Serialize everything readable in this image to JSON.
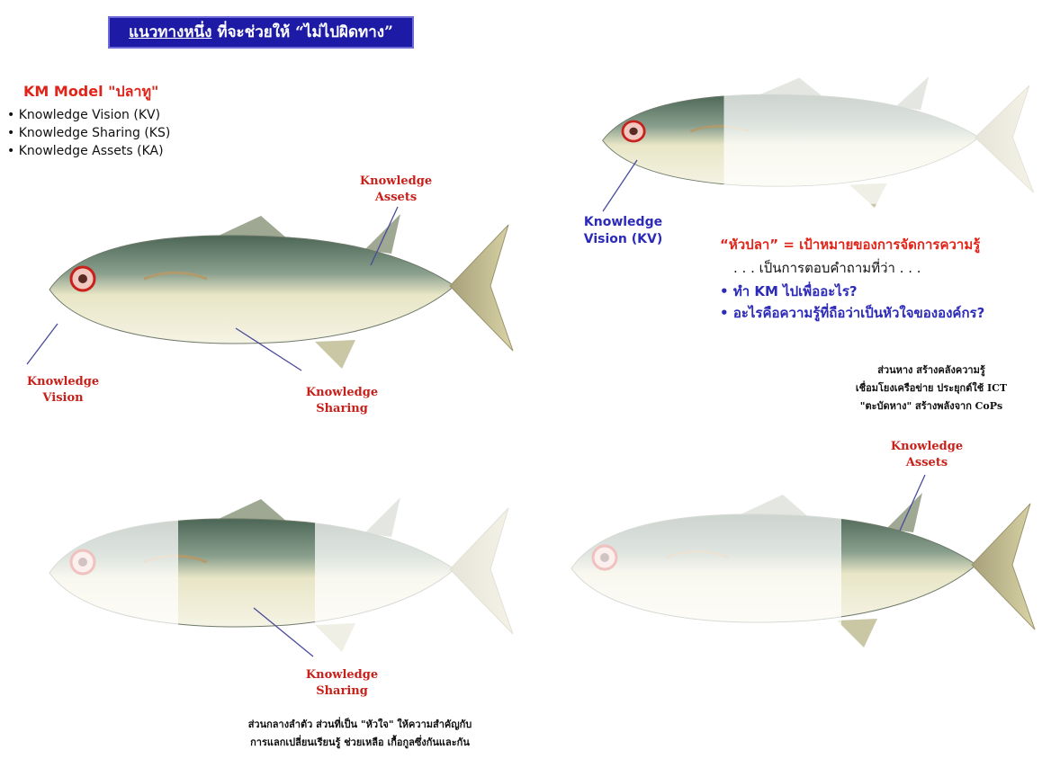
{
  "title": {
    "part1": "แนวทางหนึ่ง",
    "part2": " ที่จะช่วยให้ “ไม่ไปผิดทาง”"
  },
  "model": {
    "heading": "KM Model \"ปลาทู\"",
    "items": [
      "Knowledge Vision (KV)",
      "Knowledge Sharing (KS)",
      "Knowledge Assets (KA)"
    ]
  },
  "labels": {
    "full_fish": {
      "assets": "Knowledge\nAssets",
      "vision": "Knowledge\nVision",
      "sharing": "Knowledge\nSharing"
    },
    "head_fish": {
      "vision": "Knowledge\nVision  (KV)"
    },
    "body_fish": {
      "sharing": "Knowledge\nSharing"
    },
    "tail_fish": {
      "assets": "Knowledge\nAssets"
    }
  },
  "vision_desc": {
    "heading": "“หัวปลา” = เป้าหมายของการจัดการความรู้",
    "sub": ". . . เป็นการตอบคำถามที่ว่า . . .",
    "questions": [
      "ทำ KM ไปเพื่ออะไร?",
      "อะไรคือความรู้ที่ถือว่าเป็นหัวใจขององค์กร?"
    ]
  },
  "tail_desc": [
    "ส่วนหาง สร้างคลังความรู้",
    "เชื่อมโยงเครือข่าย ประยุกต์ใช้ ICT",
    "\"ตะบัดหาง\" สร้างพลังจาก CoPs"
  ],
  "body_desc": [
    "ส่วนกลางลำตัว ส่วนที่เป็น \"หัวใจ\" ให้ความสำคัญกับ",
    "การแลกเปลี่ยนเรียนรู้ ช่วยเหลือ เกื้อกูลซึ่งกันและกัน"
  ],
  "colors": {
    "banner": "#1d1aa6",
    "red_label": "#c8201a",
    "blue_label": "#2c2ab8",
    "fish_back": "#5f7a6c",
    "fish_belly": "#ece9c8"
  }
}
